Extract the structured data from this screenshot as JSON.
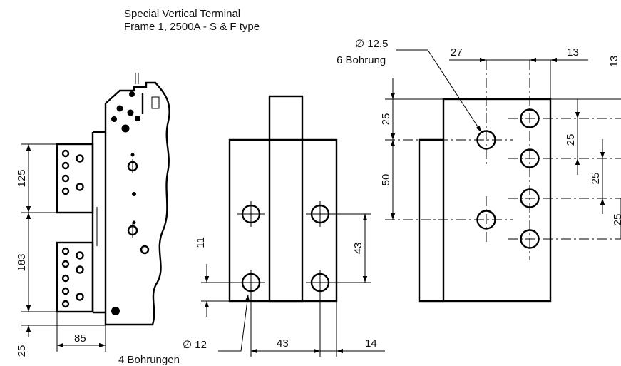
{
  "title": {
    "line1": "Special Vertical Terminal",
    "line2": "Frame 1, 2500A - S & F type"
  },
  "side_view": {
    "dim_125": "125",
    "dim_183": "183",
    "dim_85": "85",
    "dim_25": "25"
  },
  "front_view": {
    "dim_11": "11",
    "dim_43_vertical": "43",
    "dim_43_horizontal": "43",
    "dim_14": "14",
    "hole_diameter": "∅ 12",
    "hole_note": "4 Bohrungen"
  },
  "right_view": {
    "hole_diameter": "∅ 12.5",
    "hole_note": "6 Bohrung",
    "dim_27": "27",
    "dim_13_top": "13",
    "dim_13_right": "13",
    "dim_25_left": "25",
    "dim_50": "50",
    "dim_25_a": "25",
    "dim_25_b": "25",
    "dim_25_c": "25"
  }
}
